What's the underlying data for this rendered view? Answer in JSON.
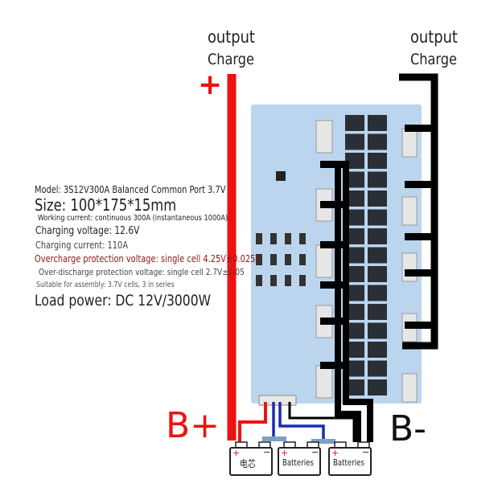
{
  "labels": {
    "left_output": "output",
    "left_charge": "Charge",
    "right_output": "output",
    "right_charge": "Charge",
    "plus": "+",
    "minus": "−",
    "b_plus": "B+",
    "b_minus": "B-"
  },
  "specs": {
    "model": "Model: 3S12V300A Balanced Common Port 3.7V",
    "size": "Size: 100*175*15mm",
    "working_current": "Working current: continuous 300A (instantaneous 1000A)",
    "charging_voltage": "Charging voltage: 12.6V",
    "charging_current": "Charging current: 110A",
    "overcharge": "Overcharge protection voltage: single cell 4.25V±0.025V",
    "overdischarge": "Over-discharge protection voltage: single cell 2.7V±0.05",
    "assembly": "Suitable for assembly: 3.7V cells, 3 in series",
    "load_power": "Load power: DC 12V/3000W"
  },
  "batteries": [
    {
      "label": "电芯"
    },
    {
      "label": "Batteries"
    },
    {
      "label": "Batteries"
    }
  ],
  "colors": {
    "positive_wire": "#ee1111",
    "negative_wire": "#000000",
    "balance_wire": "#1a2bb0",
    "board": "#bcd5ee",
    "overcharge_text": "#8b1a1a"
  }
}
